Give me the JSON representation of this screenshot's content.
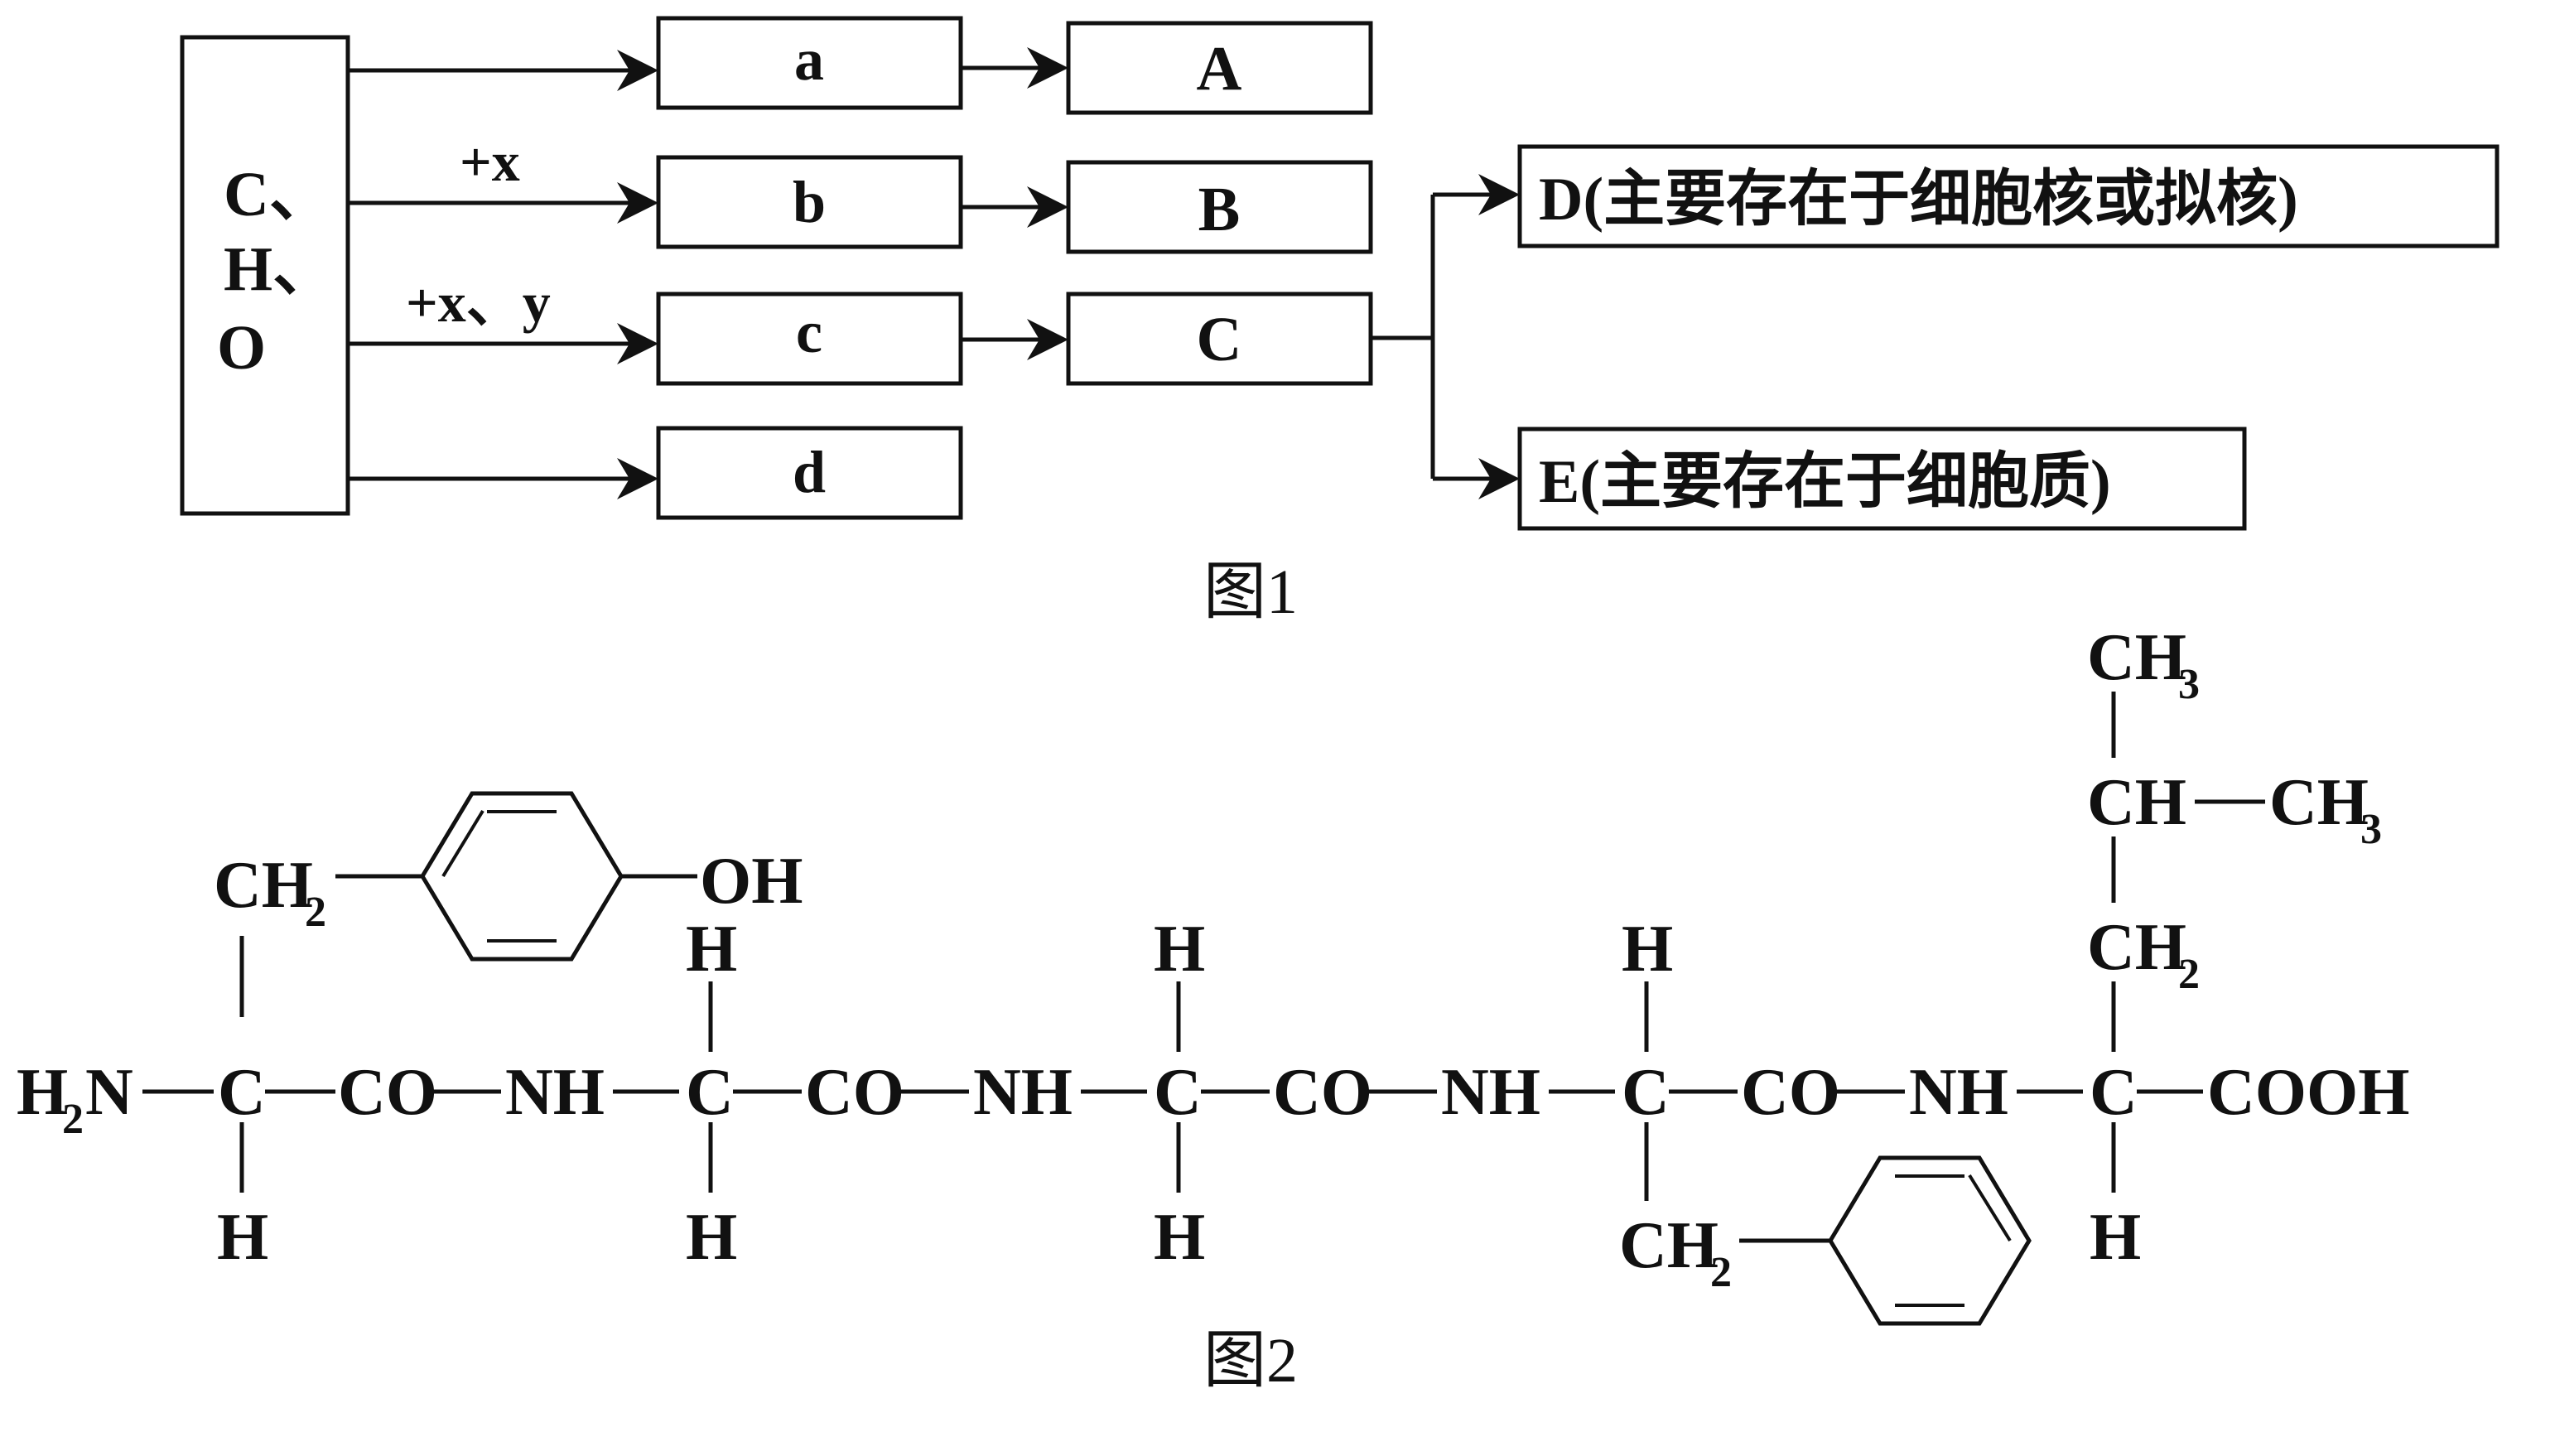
{
  "figure1": {
    "source_box": {
      "line1": "C、",
      "line2": "H、",
      "line3": "O"
    },
    "additions": {
      "to_b": "+x",
      "to_c": "+x、y"
    },
    "monomers": {
      "a": "a",
      "b": "b",
      "c": "c",
      "d": "d"
    },
    "polymers": {
      "A": "A",
      "B": "B",
      "C": "C"
    },
    "products": {
      "D": "D(主要存在于细胞核或拟核)",
      "E": "E(主要存在于细胞质)"
    },
    "caption": "图1"
  },
  "figure2": {
    "backbone": {
      "h2n": "H",
      "h2n_sub": "2",
      "h2n_n": "N",
      "c1": "C",
      "co1": "CO",
      "nh1": "NH",
      "c2": "C",
      "co2": "CO",
      "nh2": "NH",
      "c3": "C",
      "co3": "CO",
      "nh3": "NH",
      "c4": "C",
      "co4": "CO",
      "nh4": "NH",
      "c5": "C",
      "cooh": "COOH"
    },
    "substituents": {
      "ch2_tyr": "CH",
      "ch2_tyr_sub": "2",
      "oh": "OH",
      "h1_bottom": "H",
      "h2_top": "H",
      "h2_bottom": "H",
      "h3_top": "H",
      "h3_bottom": "H",
      "h4_top": "H",
      "ch2_phe": "CH",
      "ch2_phe_sub": "2",
      "ch3_top": "CH",
      "ch3_top_sub": "3",
      "ch_mid": "CH",
      "ch3_right": "CH",
      "ch3_right_sub": "3",
      "ch2_leu": "CH",
      "ch2_leu_sub": "2",
      "h5_bottom": "H"
    },
    "caption": "图2"
  }
}
